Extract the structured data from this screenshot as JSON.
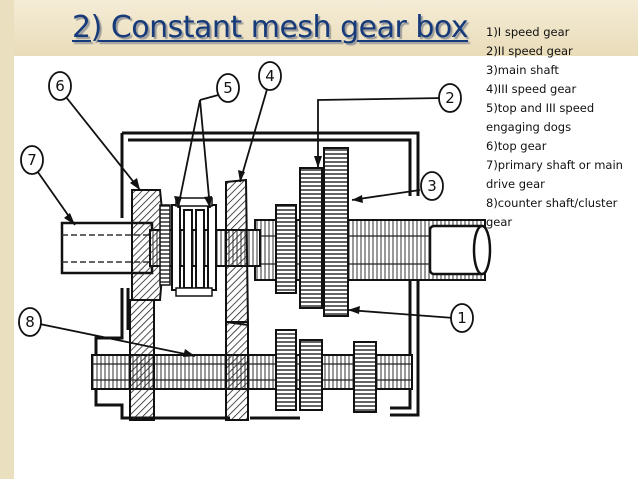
{
  "slide": {
    "title": "2)  Constant mesh gear box"
  },
  "legend": [
    "1)I speed gear",
    "2)II speed gear",
    "3)main shaft",
    "4)III speed gear",
    "5)top and III speed engaging dogs",
    "6)top gear",
    "7)primary shaft or main drive gear",
    "8)counter shaft/cluster gear"
  ],
  "callouts": [
    "1",
    "2",
    "3",
    "4",
    "5",
    "6",
    "7",
    "8"
  ]
}
